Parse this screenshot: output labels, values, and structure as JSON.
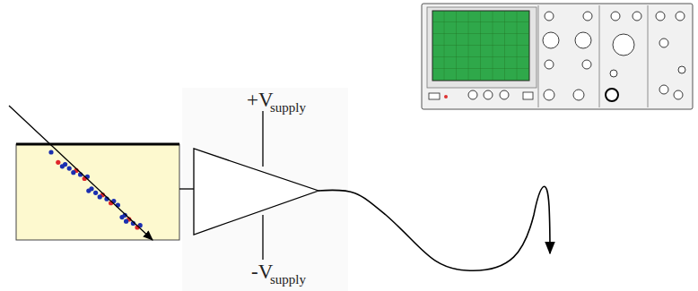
{
  "diagram": {
    "labels": [
      "+V",
      "supply",
      "-V",
      "supply"
    ]
  }
}
